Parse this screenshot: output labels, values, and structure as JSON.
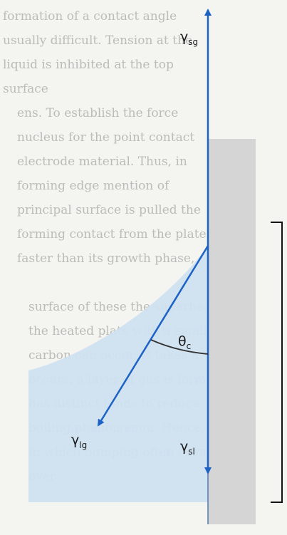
{
  "diagram": {
    "vectors": {
      "gamma_sg": {
        "symbol": "γ",
        "subscript": "sg"
      },
      "gamma_lg": {
        "symbol": "γ",
        "subscript": "lg"
      },
      "gamma_sl": {
        "symbol": "γ",
        "subscript": "sl"
      }
    },
    "angle": {
      "symbol": "θ",
      "subscript": "c"
    }
  },
  "background_text": {
    "lines": [
      "formation of a contact angle",
      "usually difficult. Tension at the",
      "liquid is inhibited at the top",
      "surface",
      "ens. To establish the force",
      "nucleus for the point contact",
      "electrode material. Thus, in",
      "forming edge mention of",
      "principal surface is pulled the",
      "forming contact from the plate",
      "faster than its growth phase,",
      "",
      "surface of these the superheat",
      "the heated plate with a small",
      "carbon can occur. It takes a",
      "occurs, a layer of gas is formed",
      "has distinct tends to reduce",
      "boiling phenomenon. Hence, it",
      "in which bumping often occurs",
      "over"
    ]
  },
  "colors": {
    "vector": "#1d63c6",
    "liquid": "#cfe0f0",
    "wall": "#d5d5d6",
    "arc": "#333333"
  }
}
